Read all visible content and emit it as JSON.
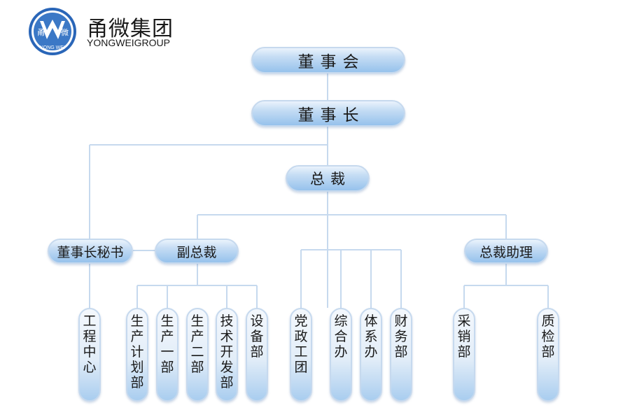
{
  "brand": {
    "logo_text_left": "甬",
    "logo_text_right": "微",
    "logo_bottom": "YONG WEI",
    "name_cn": "甬微集团",
    "name_en": "YONGWEIGROUP",
    "colors": {
      "node_fill_top": "#eaf3fc",
      "node_fill_bottom": "#96c2ec",
      "connector": "#c6d9ee",
      "logo_blue": "#2a66b8"
    }
  },
  "org": {
    "board": "董事会",
    "chairman": "董事长",
    "president": "总裁",
    "secretary": "董事长秘书",
    "vice_president": "副总裁",
    "assistant": "总裁助理",
    "departments": [
      "工程中心",
      "生产计划部",
      "生产一部",
      "生产二部",
      "技术开发部",
      "设备部",
      "党政工团",
      "综合办",
      "体系办",
      "财务部",
      "采销部",
      "质检部"
    ]
  }
}
